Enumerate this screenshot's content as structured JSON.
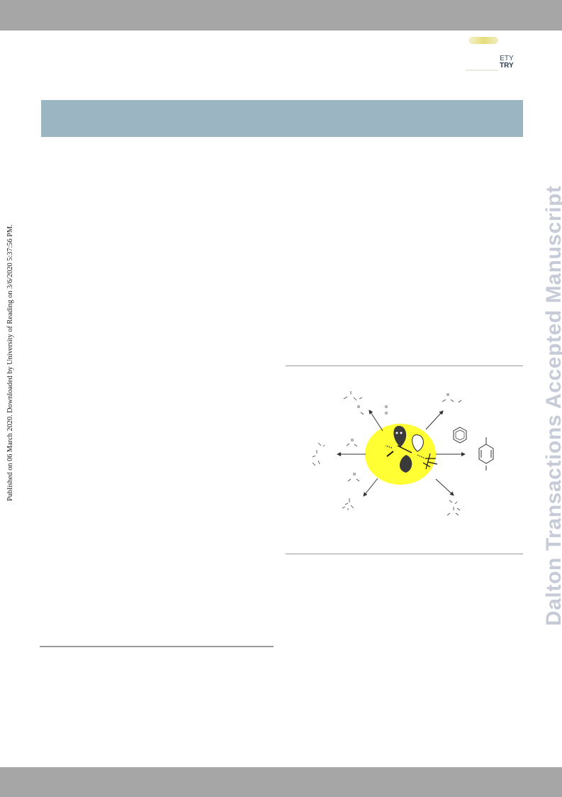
{
  "watermark": "Dalton Transactions Accepted Manuscript",
  "published_notice": "Published on 06 March 2020. Downloaded by University of Reading on 3/6/2020 5:37:56 PM.",
  "logo": {
    "line1": "ETY",
    "line2": "TRY"
  },
  "colors": {
    "bars": "#a6a6a6",
    "header_band": "#9cb5c3",
    "watermark": "#c7cbd8",
    "figure_highlight": "#ffff33"
  }
}
